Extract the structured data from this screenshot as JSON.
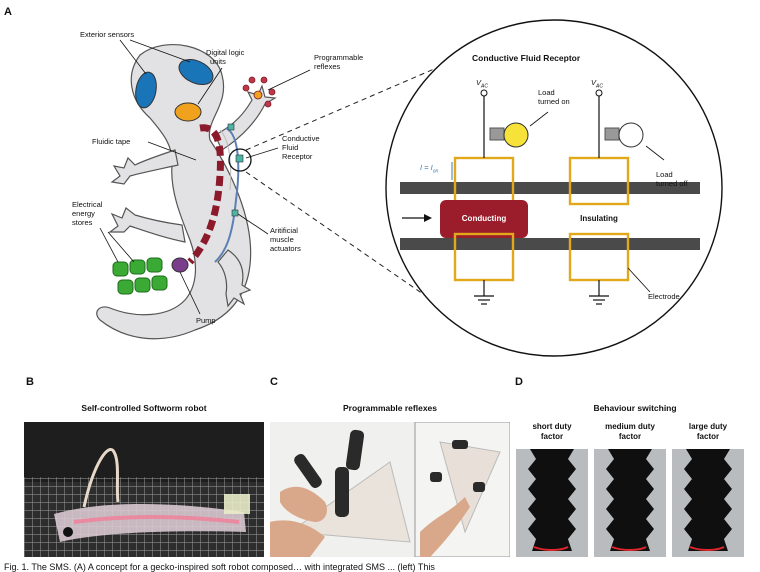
{
  "panels": {
    "a": {
      "letter": "A"
    },
    "b": {
      "letter": "B",
      "title": "Self-controlled Softworm robot"
    },
    "c": {
      "letter": "C",
      "title": "Programmable reflexes"
    },
    "d": {
      "letter": "D",
      "title": "Behaviour switching",
      "columns": [
        {
          "line1": "short duty",
          "line2": "factor"
        },
        {
          "line1": "medium duty",
          "line2": "factor"
        },
        {
          "line1": "large duty",
          "line2": "factor"
        }
      ]
    }
  },
  "gecko_labels": {
    "exterior_sensors": "Exterior sensors",
    "digital_logic_1": "Digital logic",
    "digital_logic_2": "units",
    "prog_reflexes_1": "Programmable",
    "prog_reflexes_2": "reflexes",
    "fluidic_tape": "Fluidic tape",
    "cfr_1": "Conductive",
    "cfr_2": "Fluid",
    "cfr_3": "Receptor",
    "energy_1": "Electrical",
    "energy_2": "energy",
    "energy_3": "stores",
    "muscle_1": "Aritificial",
    "muscle_2": "muscle",
    "muscle_3": "actuators",
    "pump": "Pump"
  },
  "circuit": {
    "title": "Conductive Fluid Receptor",
    "vac_left": "V",
    "vac_left_sub": "AC",
    "vac_right": "V",
    "vac_right_sub": "AC",
    "load_on_1": "Load",
    "load_on_2": "turned on",
    "load_off_1": "Load",
    "load_off_2": "turned off",
    "current_label": "I = I",
    "current_sub": "on",
    "conducting": "Conducting",
    "insulating": "Insulating",
    "electrode": "Electrode"
  },
  "caption": "Fig. 1. The SMS. (A) A concept for a gecko-inspired soft robot composed… with integrated SMS ... (left) This",
  "colors": {
    "conducting_red": "#9b1c2a",
    "electrode_gold": "#e0a81a",
    "sensor_blue": "#1a74b8",
    "battery_green": "#3aaa35",
    "pump_purple": "#7a3d8c"
  }
}
